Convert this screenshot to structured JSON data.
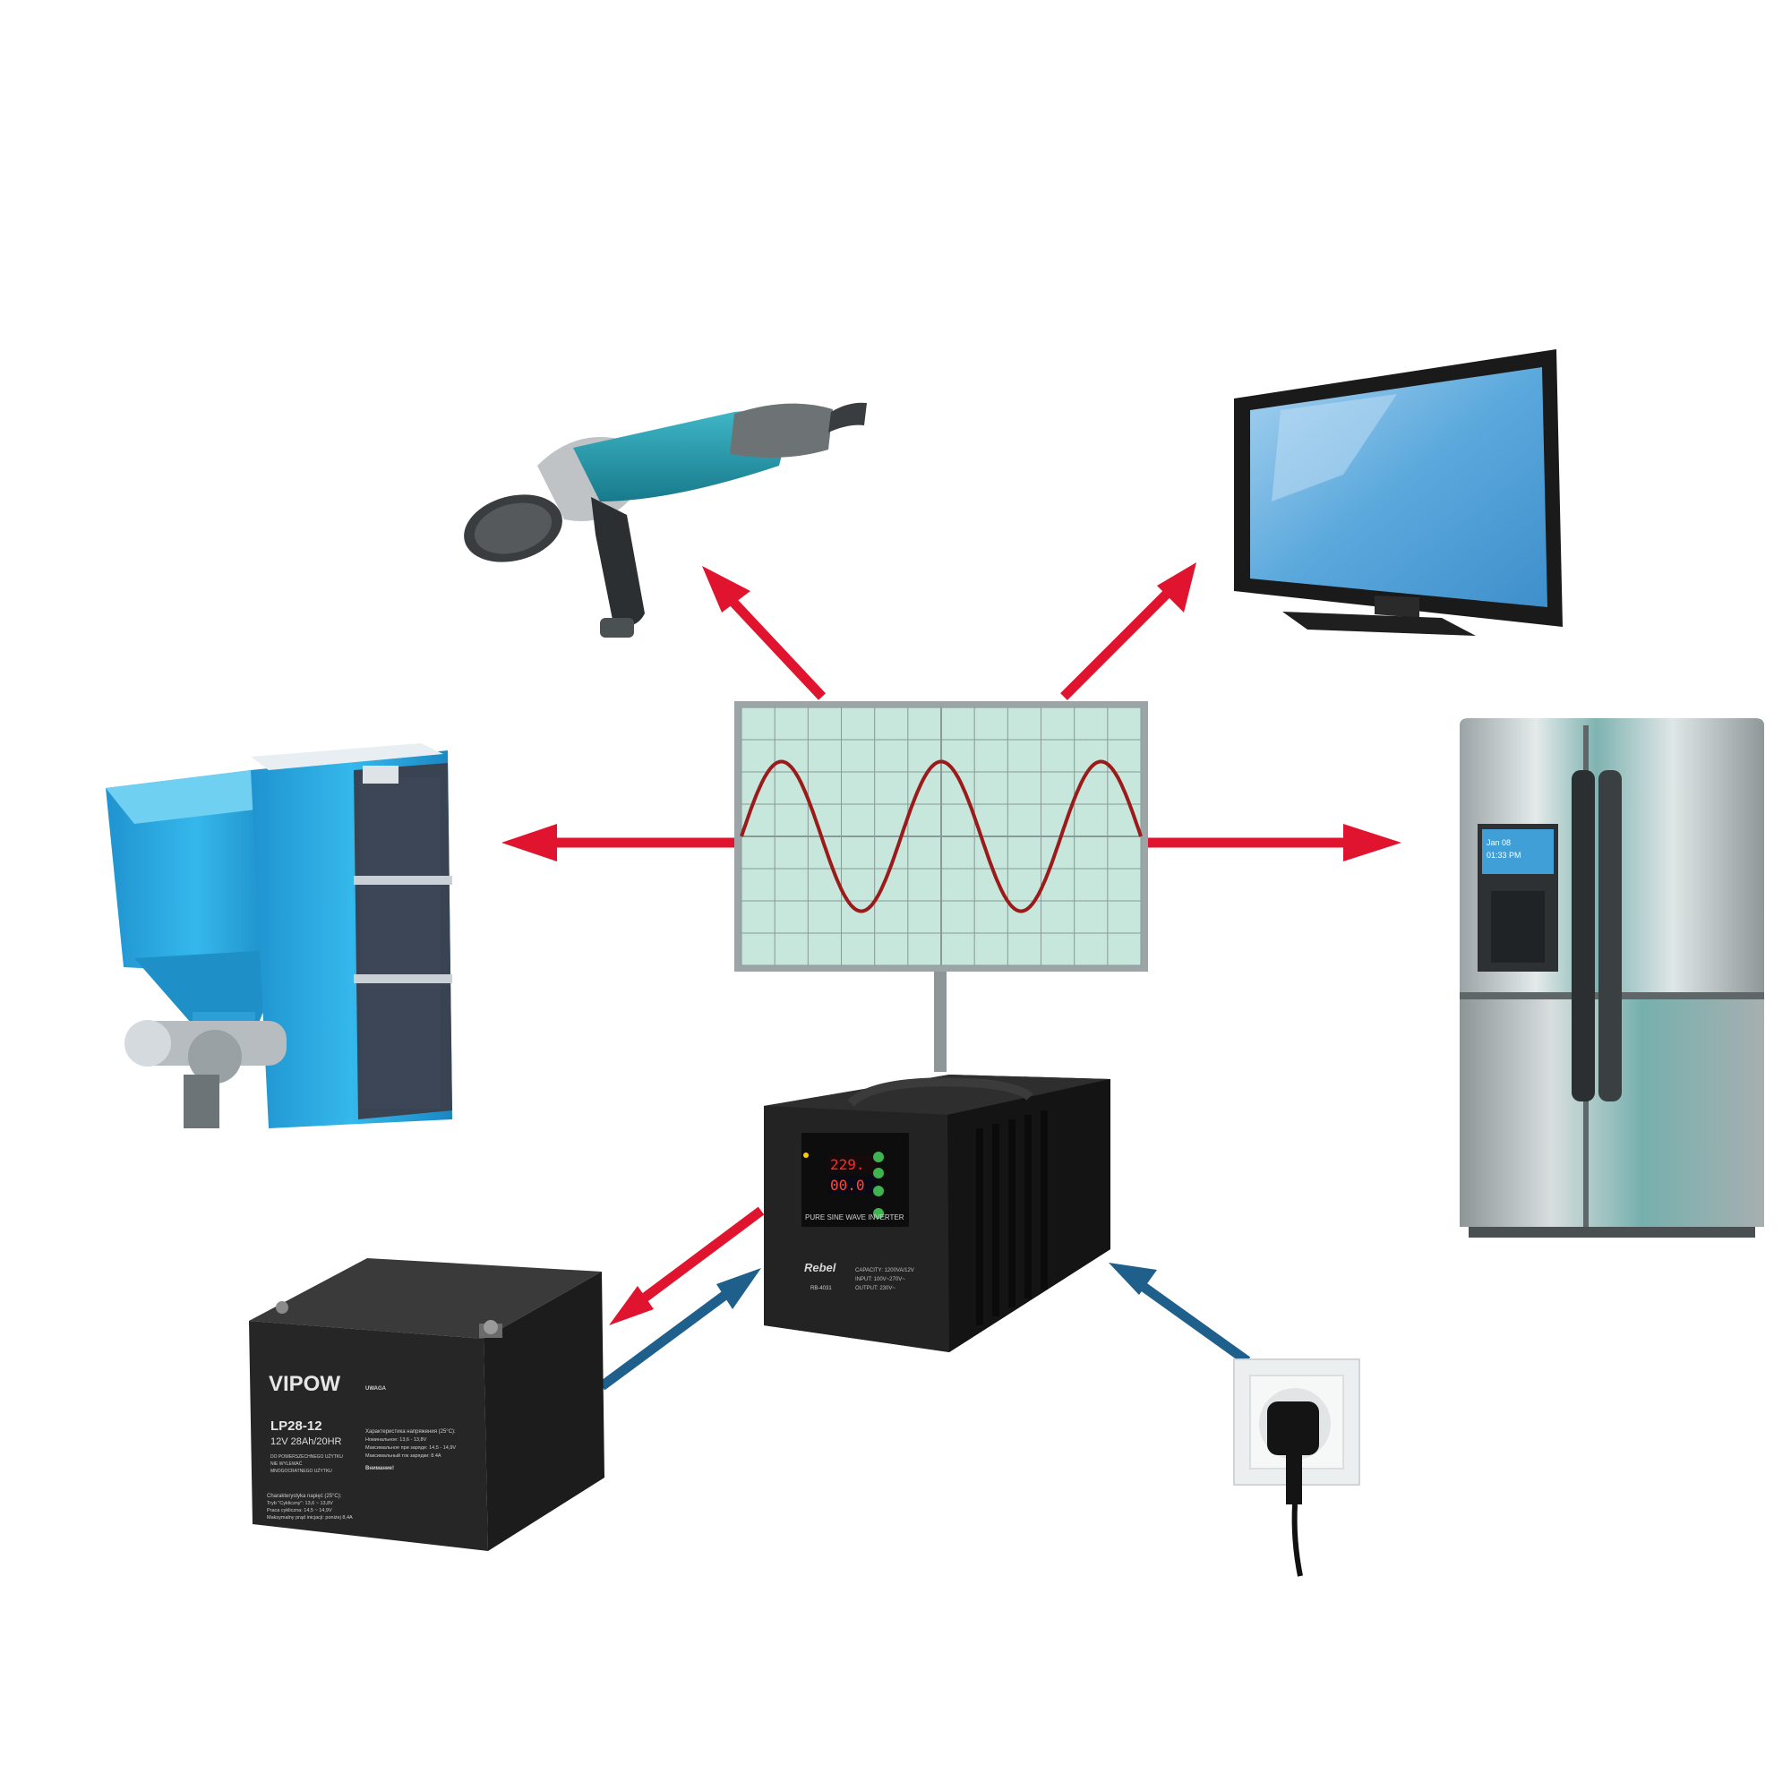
{
  "colors": {
    "output_arrow": "#e0142e",
    "input_arrow": "#1f5f8b",
    "scope_screen": "#c7e6dc",
    "scope_grid": "#8a9a98",
    "sine_wave": "#9b1b1b",
    "device_blue": "#27a9e1",
    "inverter_body": "#1c1c1c",
    "tv_screen": "#5aa8dc"
  },
  "icons": {
    "angle_grinder": "angle-grinder-icon",
    "television": "television-icon",
    "boiler": "pellet-boiler-icon",
    "refrigerator": "refrigerator-icon",
    "battery": "battery-icon",
    "wall_socket": "wall-socket-icon",
    "inverter": "inverter-icon",
    "oscilloscope": "oscilloscope-icon"
  },
  "scope": {
    "cycles": 2.5
  },
  "inverter": {
    "display_voltage": "229.",
    "display_current": "00.0",
    "panel_label": "PURE SINE WAVE INVERTER",
    "brand": "Rebel",
    "model": "RB-4031",
    "spec_capacity": "CAPACITY: 1200VA/12V",
    "spec_input": "INPUT: 100V~270V~",
    "spec_output": "OUTPUT: 230V~"
  },
  "battery": {
    "brand": "VIPOW",
    "model": "LP28-12",
    "spec": "12V 28Ah/20HR",
    "note_1": "DO POWERSZECHNEGO UŻYTKU",
    "note_2": "NIE WYLEWAĆ",
    "note_3": "MNOGOCRATNEGO UŻYTKU",
    "char_title": "Charakterystyka napięć (25°C):",
    "char_1": "Tryb \"Cykliczny\": 13,6 ~ 13,8V",
    "char_2": "Praca cykliczna: 14,5 ~ 14,9V",
    "char_3": "Maksymalny prąd inicjacji: poniżej 8,4A",
    "warn_title": "UWAGA",
    "ru_title": "Характеристика напряжения (25°C):",
    "ru_1": "Номинальное: 13,6 - 13,8V",
    "ru_2": "Максимальное при заряде: 14,5 - 14,9V",
    "ru_3": "Максимальный ток зарядки: 8.4A",
    "ru_warn": "Внимание!"
  },
  "fridge": {
    "display_date": "Jan 08",
    "display_time": "01:33 PM"
  }
}
